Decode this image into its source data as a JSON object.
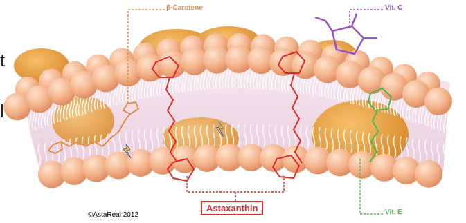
{
  "labels": {
    "beta_carotene": "β-Carotene",
    "vit_c": "Vit. C",
    "vit_e": "Vit. E",
    "astaxanthin": "Astaxanthin",
    "copyright": "©AstaReal 2012",
    "edge_text_1": "t",
    "edge_text_2": "l"
  },
  "colors": {
    "beta_carotene": "#e0904a",
    "vit_c": "#9a52c0",
    "vit_e": "#4fb84f",
    "astaxanthin": "#e02a2a",
    "lipid_head": "#f2b48c",
    "membrane_fill": "#f0dce8",
    "protein": "#eda240",
    "tail": "#ffffff"
  },
  "icons": {
    "lightning": "lightning-bolt-icon"
  }
}
